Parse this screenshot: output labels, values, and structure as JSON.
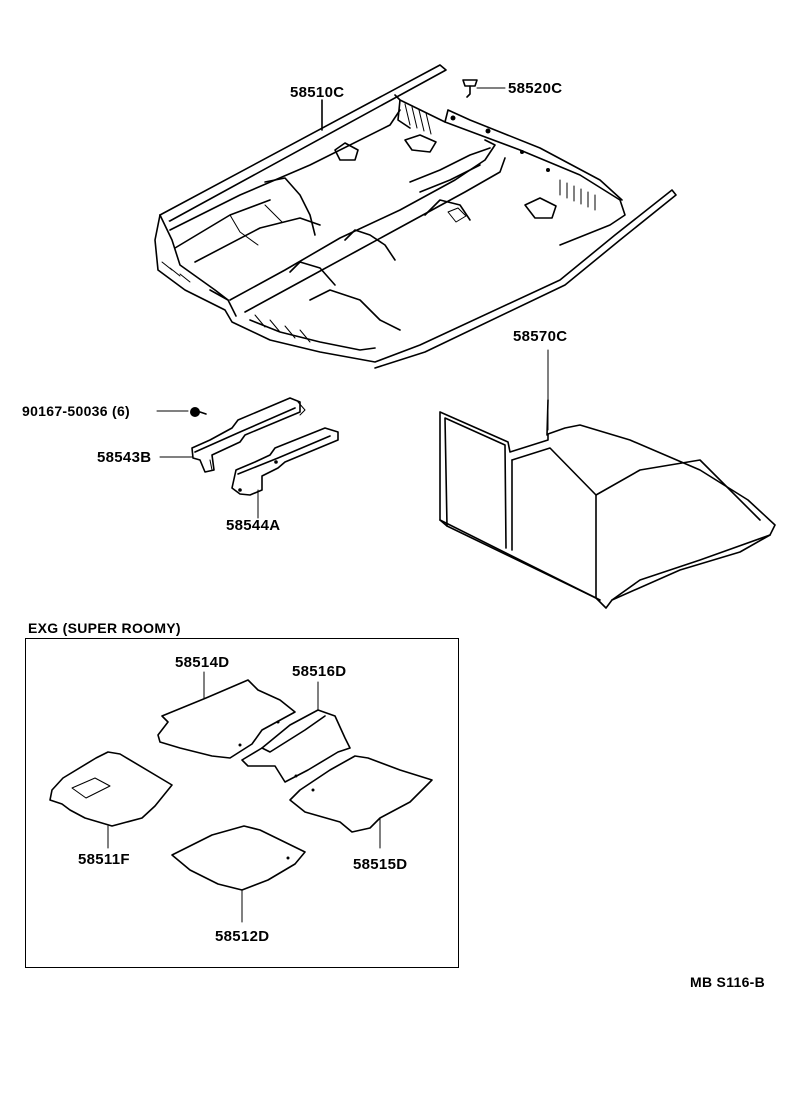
{
  "labels": {
    "p58510C": "58510C",
    "p58520C": "58520C",
    "p58570C": "58570C",
    "p90167": "90167-50036 (6)",
    "p58543B": "58543B",
    "p58544A": "58544A",
    "section": "EXG (SUPER ROOMY)",
    "p58514D": "58514D",
    "p58516D": "58516D",
    "p58511F": "58511F",
    "p58515D": "58515D",
    "p58512D": "58512D",
    "ref": "MB S116-B"
  }
}
